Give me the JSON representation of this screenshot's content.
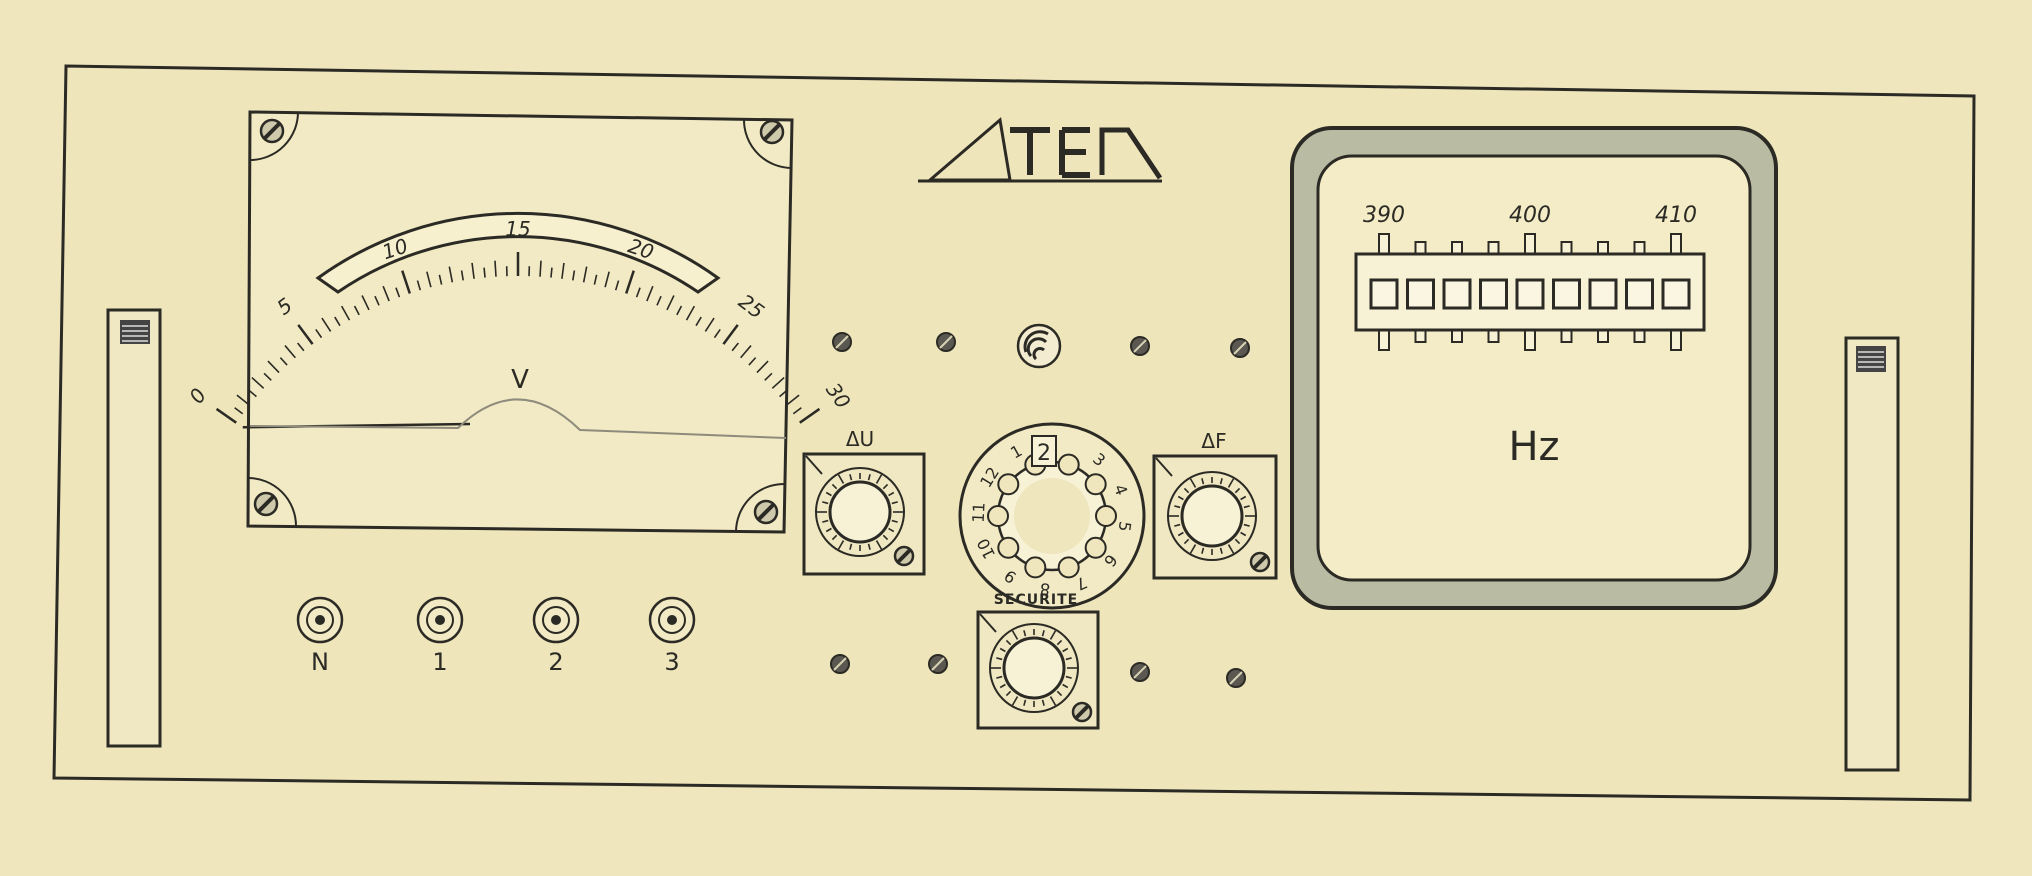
{
  "brand": {
    "logo_text": "ATEN"
  },
  "voltmeter": {
    "scale_labels": [
      "0",
      "5",
      "10",
      "15",
      "20",
      "25",
      "30"
    ],
    "scale_min": 0,
    "scale_max": 30,
    "unit": "V",
    "needle_value": 0
  },
  "terminals": [
    "N",
    "1",
    "2",
    "3"
  ],
  "knobs": {
    "delta_u": "ΔU",
    "delta_f": "ΔF",
    "securite": "SECURITE"
  },
  "selector": {
    "current": "2",
    "labels": [
      "3",
      "4",
      "5",
      "6",
      "7",
      "8",
      "9",
      "10",
      "11",
      "12",
      "1"
    ]
  },
  "frequency_meter": {
    "scale_labels": [
      "390",
      "400",
      "410"
    ],
    "unit": "Hz",
    "reed_count": 9
  },
  "colors": {
    "paper": "#efe6bd",
    "ink": "#2b2a24",
    "bezel": "#b9bba3",
    "window": "#f4ecc6"
  }
}
